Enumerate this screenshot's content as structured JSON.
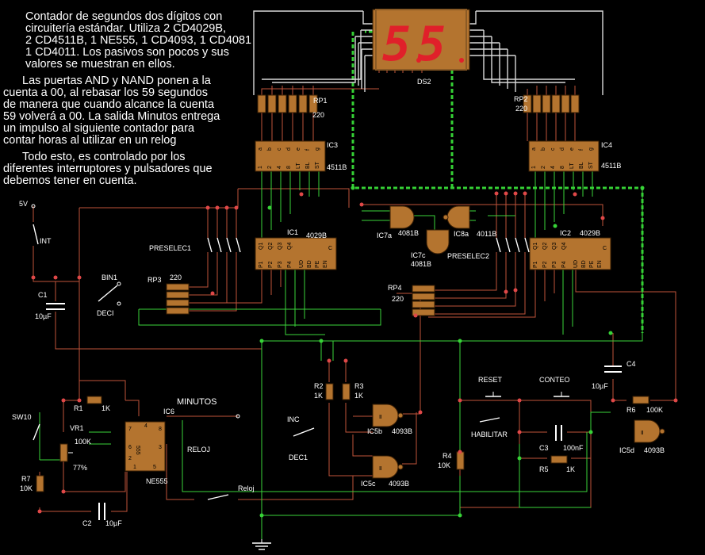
{
  "description": {
    "p1": [
      "Contador de segundos dos dígitos con",
      "circuitería estándar. Utiliza 2 CD4029B,",
      "2 CD4511B, 1  NE555, 1 CD4093, 1 CD4081",
      "1 CD4011. Los pasivos son pocos y sus",
      "valores se muestran en ellos."
    ],
    "p2": [
      "Las puertas AND y NAND ponen a la",
      "cuenta a 00, al rebasar los 59 segundos",
      "de manera que cuando alcance la cuenta",
      "59 volverá a 00. La salida Minutos entrega",
      "un impulso al siguiente contador para",
      "contar horas al utilizar en un relog"
    ],
    "p3": [
      "Todo esto, es controlado por los",
      "diferentes interruptores y pulsadores que",
      "debemos tener en cuenta."
    ]
  },
  "display": {
    "name": "DS2",
    "digits": "55"
  },
  "ics": {
    "ic3": {
      "ref": "IC3",
      "part": "4511B",
      "top_pins": [
        "a",
        "b",
        "c",
        "d",
        "e",
        "f",
        "g"
      ],
      "bottom_pins": [
        "1",
        "2",
        "4",
        "8",
        "LT",
        "BL",
        "ST"
      ]
    },
    "ic4": {
      "ref": "IC4",
      "part": "4511B",
      "top_pins": [
        "a",
        "b",
        "c",
        "d",
        "e",
        "f",
        "g"
      ],
      "bottom_pins": [
        "1",
        "2",
        "4",
        "8",
        "LT",
        "BL",
        "ST"
      ]
    },
    "ic1": {
      "ref": "IC1",
      "part": "4029B",
      "top_pins": [
        "Q1",
        "Q2",
        "Q3",
        "Q4"
      ],
      "bottom_pins": [
        "P1",
        "P2",
        "P3",
        "P4"
      ],
      "side_pins": [
        "UD",
        "BD",
        "PE",
        "EN"
      ],
      "clock": "C"
    },
    "ic2": {
      "ref": "IC2",
      "part": "4029B",
      "top_pins": [
        "Q1",
        "Q2",
        "Q3",
        "Q4"
      ],
      "bottom_pins": [
        "P1",
        "P2",
        "P3",
        "P4"
      ],
      "side_pins": [
        "UD",
        "BD",
        "PE",
        "EN"
      ],
      "clock": "C"
    },
    "ic6": {
      "ref": "IC6",
      "part": "NE555",
      "chip_text": "555",
      "left_pins": [
        "7",
        "6",
        "2"
      ],
      "right_pins": [
        "8",
        "3"
      ],
      "bottom_pins": [
        "1",
        "5"
      ],
      "top_pin": "4"
    }
  },
  "gates": {
    "ic7a": {
      "ref": "IC7a",
      "part": "4081B"
    },
    "ic8a": {
      "ref": "IC8a",
      "part": "4011B"
    },
    "ic7c": {
      "ref": "IC7c",
      "part": "4081B"
    },
    "ic5b": {
      "ref": "IC5b",
      "part": "4093B"
    },
    "ic5c": {
      "ref": "IC5c",
      "part": "4093B"
    },
    "ic5d": {
      "ref": "IC5d",
      "part": "4093B"
    }
  },
  "resistor_packs": {
    "rp1": {
      "ref": "RP1",
      "value": "220"
    },
    "rp2": {
      "ref": "RP2",
      "value": "220"
    },
    "rp3": {
      "ref": "RP3",
      "value": "220"
    },
    "rp4": {
      "ref": "RP4",
      "value": "220"
    }
  },
  "components": {
    "supply": "5V",
    "int": "INT",
    "bin1": "BIN1",
    "deci": "DECI",
    "c1_ref": "C1",
    "c1_val": "10µF",
    "preselec1": "PRESELEC1",
    "preselec2": "PRESELEC2",
    "sw10": "SW10",
    "r1_ref": "R1",
    "r1_val": "1K",
    "vr1_ref": "VR1",
    "vr1_val": "100K",
    "vr1_pos": "77%",
    "r7_ref": "R7",
    "r7_val": "10K",
    "c2_ref": "C2",
    "c2_val": "10µF",
    "minutos": "MINUTOS",
    "reloj_out": "RELOJ",
    "reloj_sw": "Reloj",
    "inc": "INC",
    "dec1": "DEC1",
    "r2_ref": "R2",
    "r2_val": "1K",
    "r3_ref": "R3",
    "r3_val": "1K",
    "r4_ref": "R4",
    "r4_val": "10K",
    "reset": "RESET",
    "conteo": "CONTEO",
    "habilitar": "HABILITAR",
    "c3_ref": "C3",
    "c3_val": "100nF",
    "r5_ref": "R5",
    "r5_val": "1K",
    "c4_ref": "C4",
    "c4_val": "10µF",
    "r6_ref": "R6",
    "r6_val": "100K"
  },
  "colors": {
    "background": "#000000",
    "chip": "#b4742f",
    "wire_red": "#c0533a",
    "wire_green": "#3ad43a",
    "segment": "#e0202a"
  }
}
